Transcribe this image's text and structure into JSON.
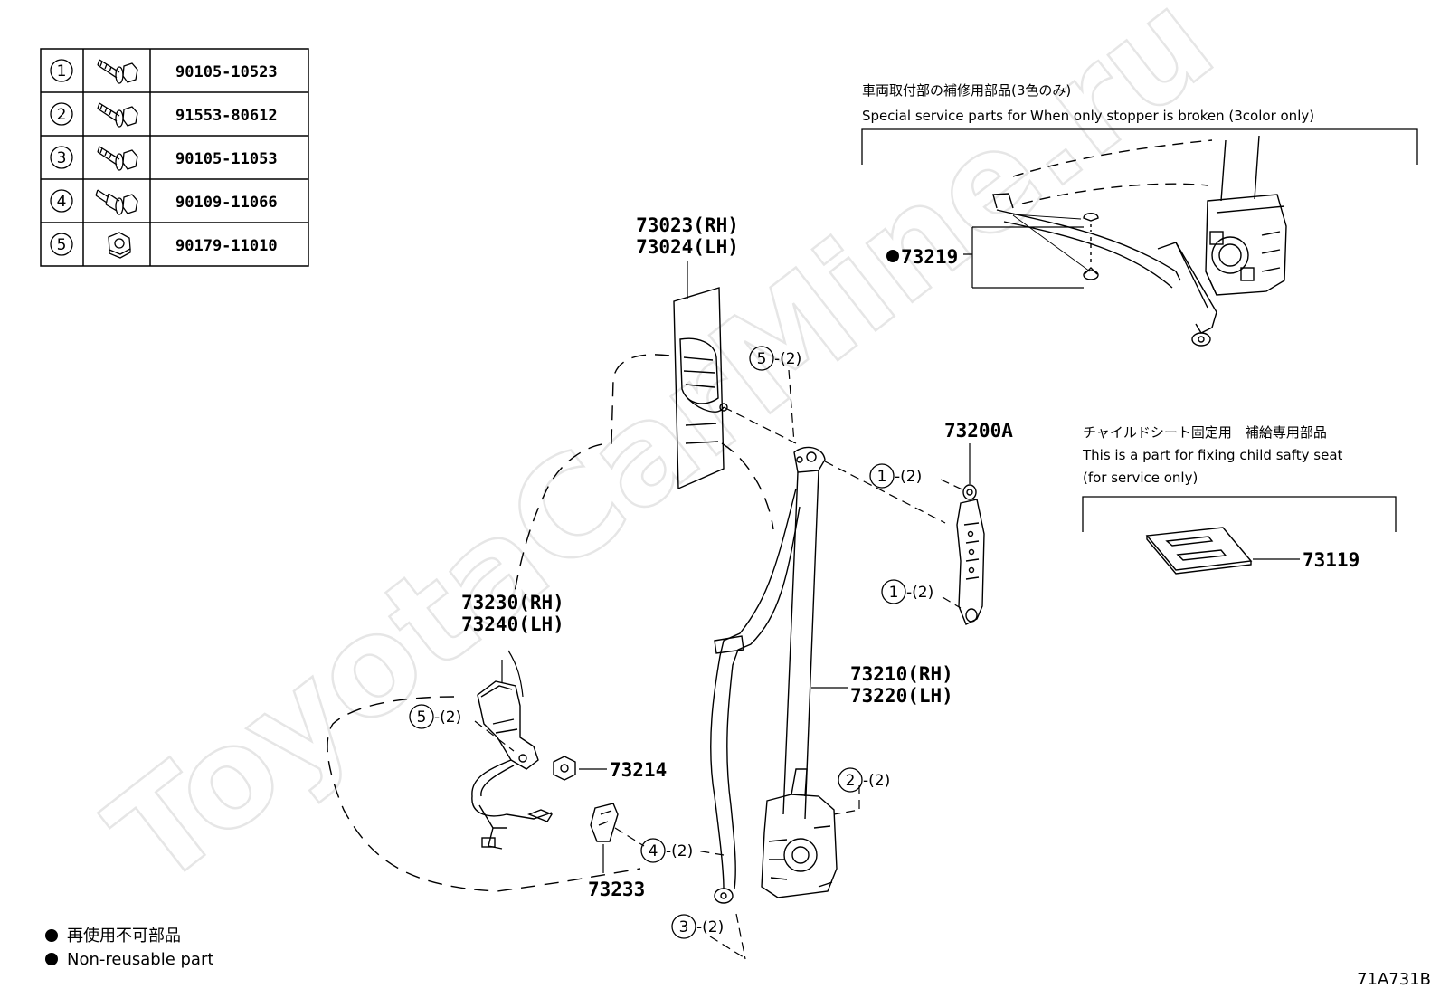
{
  "fasteners": [
    {
      "ref": "1",
      "part": "90105-10523",
      "icon": "hex-flange-bolt-icon"
    },
    {
      "ref": "2",
      "part": "91553-80612",
      "icon": "hex-flange-bolt-icon"
    },
    {
      "ref": "3",
      "part": "90105-11053",
      "icon": "hex-flange-bolt-icon"
    },
    {
      "ref": "4",
      "part": "90109-11066",
      "icon": "shoulder-bolt-icon"
    },
    {
      "ref": "5",
      "part": "90179-11010",
      "icon": "hex-nut-icon"
    }
  ],
  "labels": {
    "p73023": "73023(RH)",
    "p73024": "73024(LH)",
    "p73200A": "73200A",
    "p73230": "73230(RH)",
    "p73240": "73240(LH)",
    "p73210": "73210(RH)",
    "p73220": "73220(LH)",
    "p73214": "73214",
    "p73233": "73233",
    "p73219": "73219",
    "p73119": "73119"
  },
  "callouts": {
    "c5a": {
      "ref": "5",
      "qty": "-(2)"
    },
    "c1a": {
      "ref": "1",
      "qty": "-(2)"
    },
    "c1b": {
      "ref": "1",
      "qty": "-(2)"
    },
    "c5b": {
      "ref": "5",
      "qty": "-(2)"
    },
    "c2": {
      "ref": "2",
      "qty": "-(2)"
    },
    "c4": {
      "ref": "4",
      "qty": "-(2)"
    },
    "c3": {
      "ref": "3",
      "qty": "-(2)"
    }
  },
  "notes": {
    "service_jp": "車両取付部の補修用部品(3色のみ)",
    "service_en": "Special service parts for When only stopper is broken (3color only)",
    "child_jp": "チャイルドシート固定用　補給専用部品",
    "child_en1": "This is a part for fixing child safty seat",
    "child_en2": "(for service only)"
  },
  "legend": {
    "jp": "再使用不可部品",
    "en": "Non-reusable part"
  },
  "watermark": "ToyotaCarMine.ru",
  "figure_id": "71A731B"
}
